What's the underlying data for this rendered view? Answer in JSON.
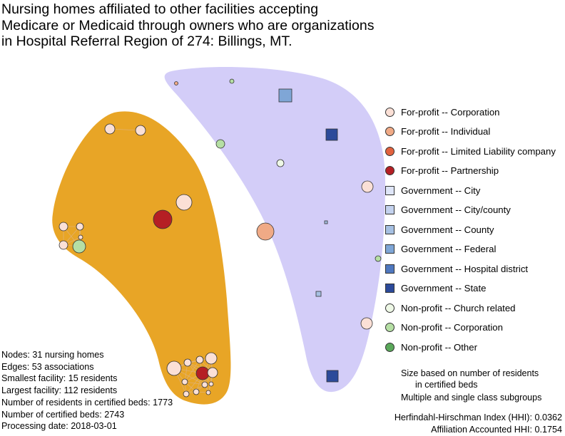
{
  "title": {
    "lines": [
      "Nursing homes affiliated to other facilities accepting",
      "Medicare or Medicaid through owners who are organizations",
      "in Hospital Referral Region of 274: Billings, MT."
    ]
  },
  "colors": {
    "group_left": "#e8a526",
    "group_right": "#d3cdf8",
    "edge": "#e0b070",
    "node_stroke": "#333333"
  },
  "legend": {
    "items": [
      {
        "label": "For-profit -- Corporation",
        "shape": "circle",
        "color": "#fbe0d6"
      },
      {
        "label": "For-profit -- Individual",
        "shape": "circle",
        "color": "#f0aa86"
      },
      {
        "label": "For-profit -- Limited Liability company",
        "shape": "circle",
        "color": "#e2623e"
      },
      {
        "label": "For-profit -- Partnership",
        "shape": "circle",
        "color": "#b51f24"
      },
      {
        "label": "Government -- City",
        "shape": "square",
        "color": "#dfe6f8"
      },
      {
        "label": "Government -- City/county",
        "shape": "square",
        "color": "#c4d2ee"
      },
      {
        "label": "Government -- County",
        "shape": "square",
        "color": "#a6c0e2"
      },
      {
        "label": "Government -- Federal",
        "shape": "square",
        "color": "#7fa6d6"
      },
      {
        "label": "Government -- Hospital district",
        "shape": "square",
        "color": "#4f78bf"
      },
      {
        "label": "Government -- State",
        "shape": "square",
        "color": "#2c4a9a"
      },
      {
        "label": "Non-profit -- Church related",
        "shape": "circle",
        "color": "#eef8e6"
      },
      {
        "label": "Non-profit -- Corporation",
        "shape": "circle",
        "color": "#b5dfa4"
      },
      {
        "label": "Non-profit -- Other",
        "shape": "circle",
        "color": "#5aa85a"
      }
    ]
  },
  "notes": {
    "size_line1": "Size based on number of residents",
    "size_line2": "in certified beds",
    "subgroups": "Multiple and single class subgroups"
  },
  "stats": {
    "nodes": "Nodes: 31 nursing homes",
    "edges": "Edges: 53 associations",
    "smallest": "Smallest facility: 15 residents",
    "largest": "Largest facility: 112 residents",
    "residents": "Number of residents in certified beds: 1773",
    "beds": "Number of certified beds: 2743",
    "date": "Processing date: 2018-03-01"
  },
  "hhi": {
    "index": "Herfindahl-Hirschman Index (HHI): 0.0362",
    "affiliation": "Affiliation Accounted HHI: 0.1754"
  }
}
